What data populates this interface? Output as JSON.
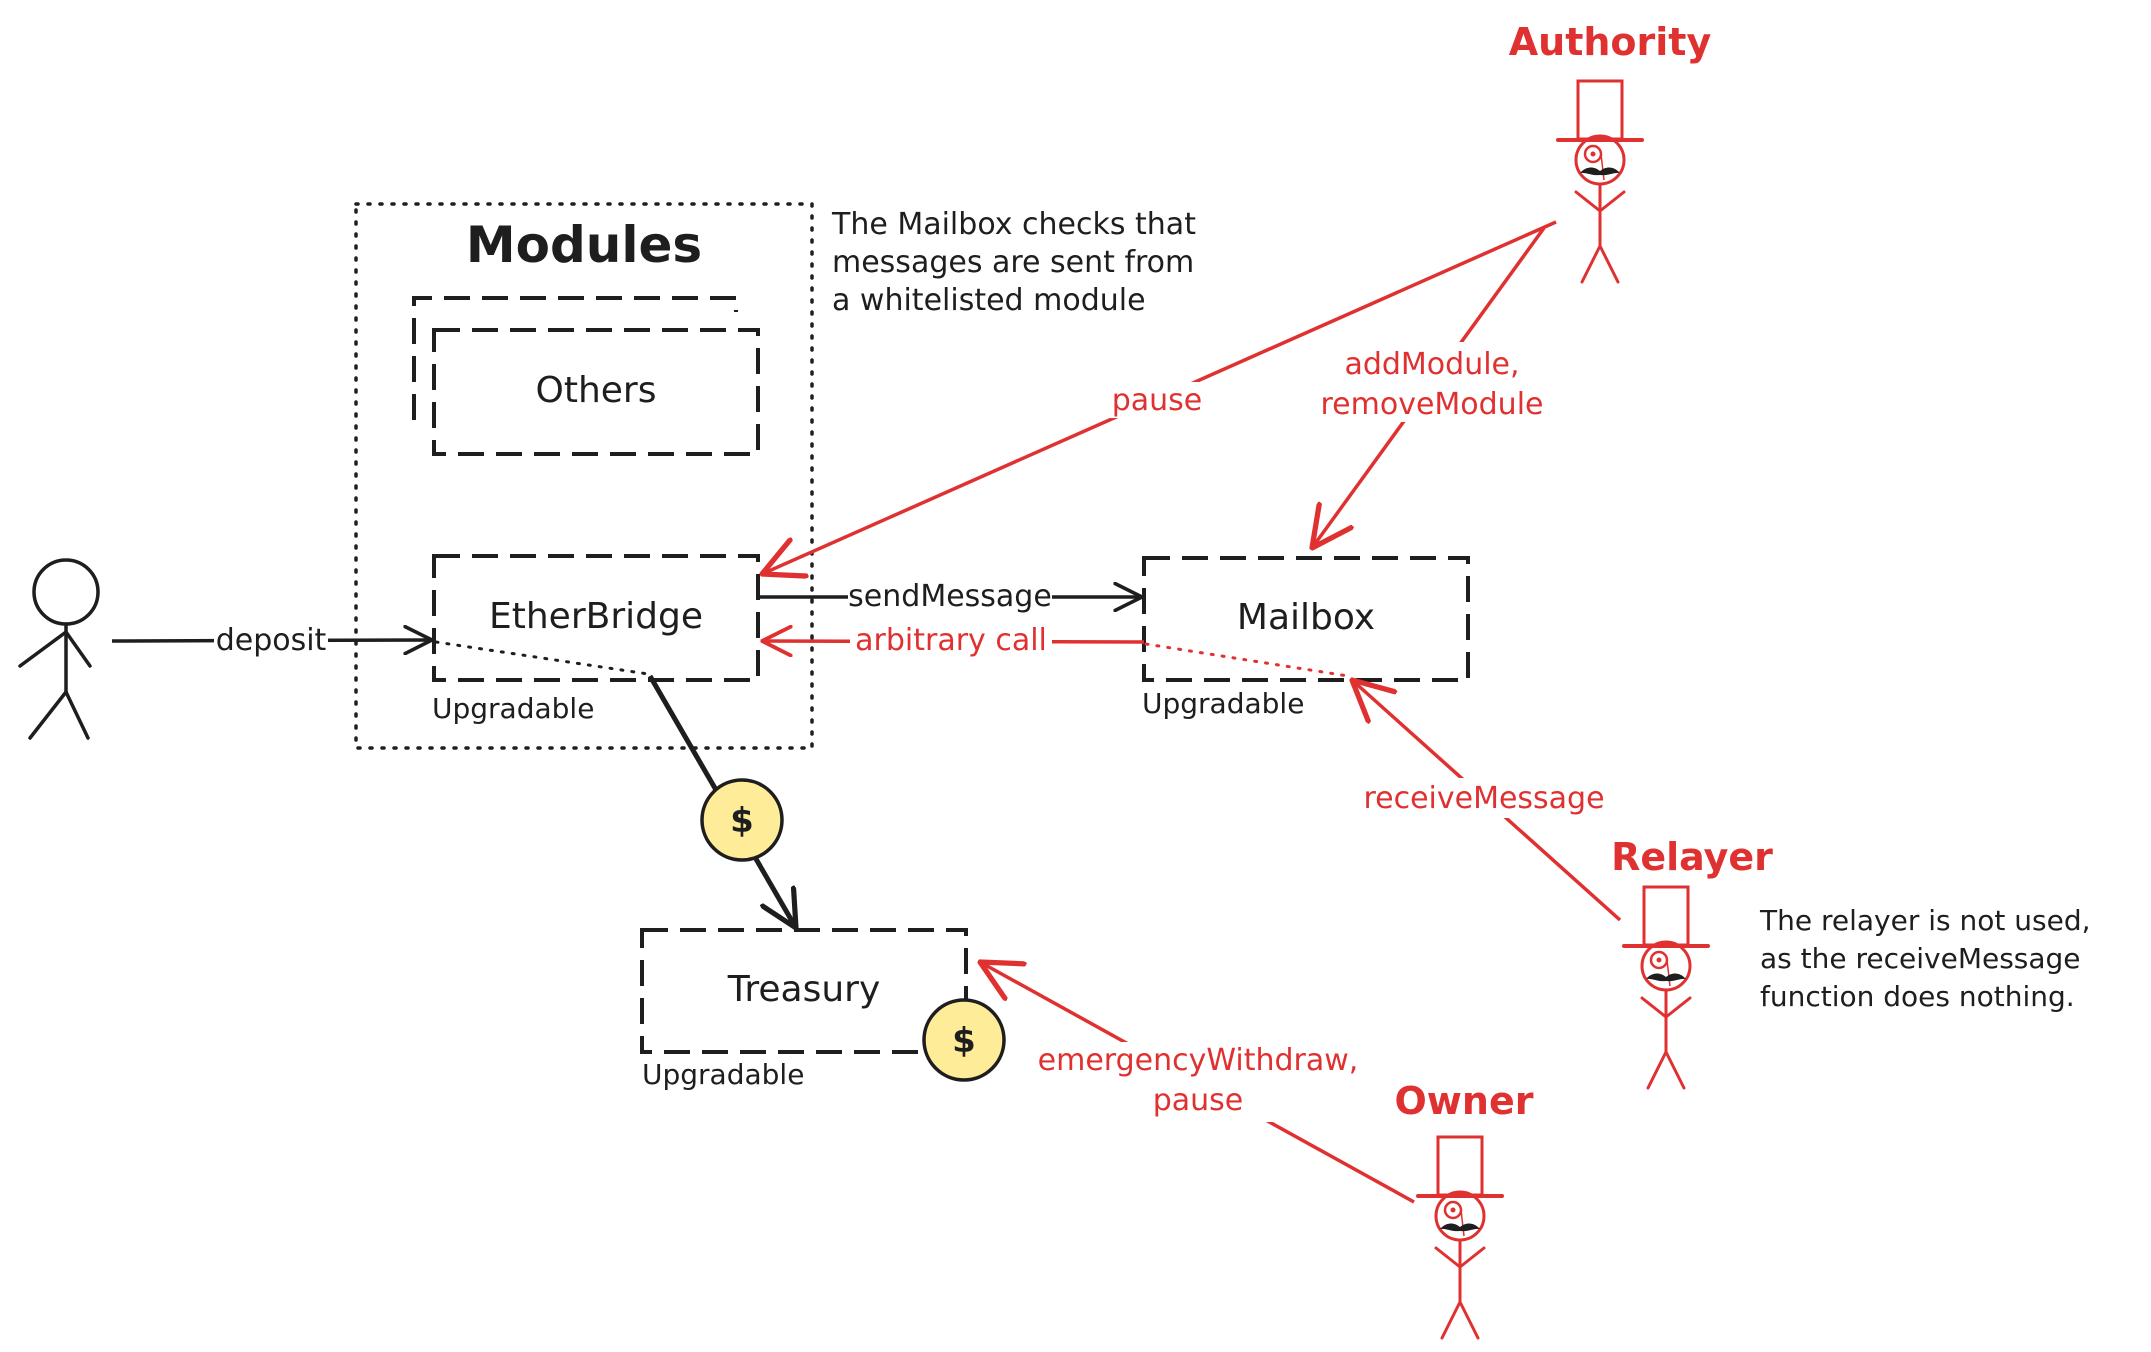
{
  "colors": {
    "ink": "#1e1e1e",
    "red": "#e03131",
    "coin_fill": "#ffec99",
    "background": "#ffffff"
  },
  "modules_group": {
    "title": "Modules"
  },
  "note_mailbox": {
    "lines": [
      "The Mailbox checks that",
      "messages are sent from",
      "a whitelisted module"
    ]
  },
  "note_relayer": {
    "lines": [
      "The relayer is not used,",
      "as the receiveMessage",
      "function does nothing."
    ]
  },
  "boxes": {
    "others": {
      "label": "Others"
    },
    "etherbridge": {
      "label": "EtherBridge",
      "tag": "Upgradable"
    },
    "mailbox": {
      "label": "Mailbox",
      "tag": "Upgradable"
    },
    "treasury": {
      "label": "Treasury",
      "tag": "Upgradable"
    }
  },
  "actors": {
    "authority": {
      "name": "Authority"
    },
    "relayer": {
      "name": "Relayer"
    },
    "owner": {
      "name": "Owner"
    }
  },
  "edges": {
    "deposit": "deposit",
    "send_message": "sendMessage",
    "arbitrary_call": "arbitrary call",
    "pause": "pause",
    "add_remove_module": [
      "addModule,",
      "removeModule"
    ],
    "receive_message": "receiveMessage",
    "emergency_withdraw": [
      "emergencyWithdraw,",
      "pause"
    ]
  },
  "coins": {
    "symbol": "$"
  },
  "icons": [
    "stick-figure-user-icon",
    "top-hat-actor-icon",
    "coin-icon"
  ]
}
